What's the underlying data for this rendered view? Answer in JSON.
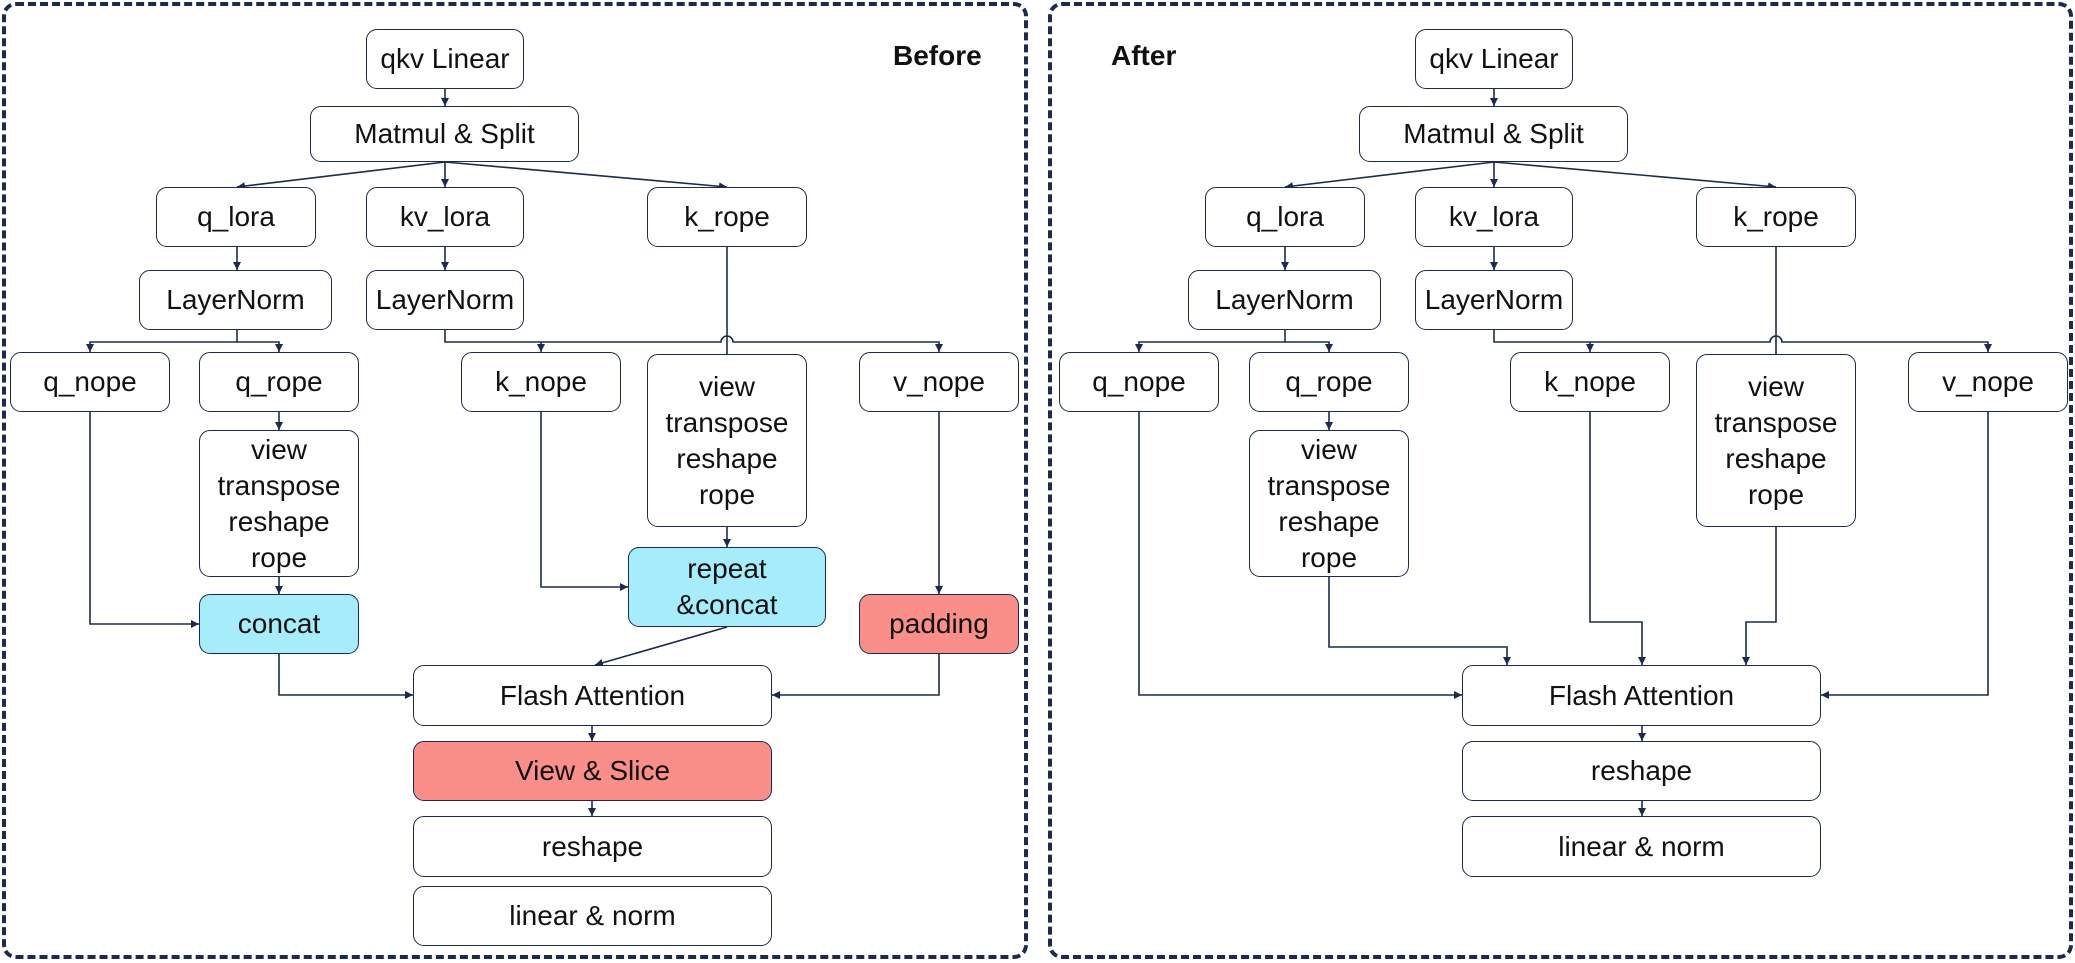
{
  "before": {
    "title": "Before",
    "qkv_linear": "qkv Linear",
    "matmul_split": "Matmul & Split",
    "q_lora": "q_lora",
    "kv_lora": "kv_lora",
    "k_rope": "k_rope",
    "q_layernorm": "LayerNorm",
    "kv_layernorm": "LayerNorm",
    "q_nope": "q_nope",
    "q_rope": "q_rope",
    "k_nope": "k_nope",
    "k_rope_ops": "view\ntranspose\nreshape\nrope",
    "v_nope": "v_nope",
    "q_rope_ops": "view\ntranspose\nreshape\nrope",
    "concat": "concat",
    "repeat_concat": "repeat\n&concat",
    "padding": "padding",
    "flash_attention": "Flash Attention",
    "view_slice": "View & Slice",
    "reshape": "reshape",
    "linear_norm": "linear & norm"
  },
  "after": {
    "title": "After",
    "qkv_linear": "qkv Linear",
    "matmul_split": "Matmul & Split",
    "q_lora": "q_lora",
    "kv_lora": "kv_lora",
    "k_rope": "k_rope",
    "q_layernorm": "LayerNorm",
    "kv_layernorm": "LayerNorm",
    "q_nope": "q_nope",
    "q_rope": "q_rope",
    "k_nope": "k_nope",
    "k_rope_ops": "view\ntranspose\nreshape\nrope",
    "v_nope": "v_nope",
    "q_rope_ops": "view\ntranspose\nreshape\nrope",
    "flash_attention": "Flash Attention",
    "reshape": "reshape",
    "linear_norm": "linear & norm"
  },
  "colors": {
    "border": "#1b2a4e",
    "highlight_blue": "#a6ecfb",
    "highlight_red": "#fa8f8a"
  }
}
